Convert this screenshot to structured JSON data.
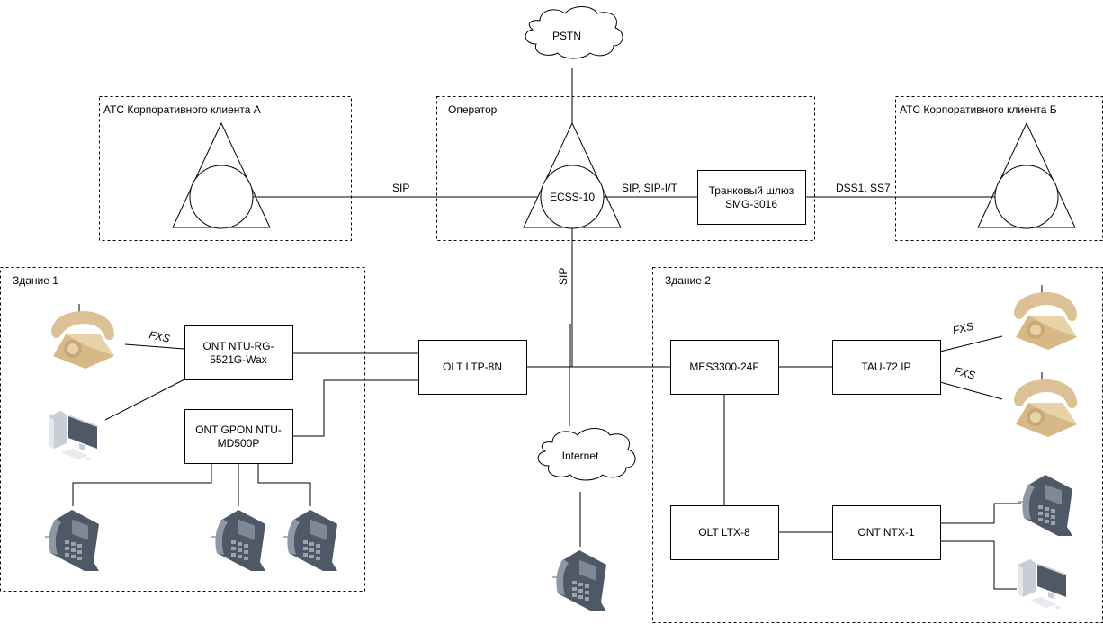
{
  "groups": {
    "pbx_a": "АТС Корпоративного клиента А",
    "operator": "Оператор",
    "pbx_b": "АТС Корпоративного клиента Б",
    "building1": "Здание 1",
    "building2": "Здание 2"
  },
  "clouds": {
    "pstn": "PSTN",
    "internet": "Internet"
  },
  "nodes": {
    "ecss": "ECSS-10",
    "trunk_gw_line1": "Транковый шлюз",
    "trunk_gw_line2": "SMG-3016",
    "ont_rg_line1": "ONT NTU-RG-",
    "ont_rg_line2": "5521G-Wax",
    "ont_gpon_line1": "ONT GPON NTU-",
    "ont_gpon_line2": "MD500P",
    "olt_ltp": "OLT LTP-8N",
    "mes": "MES3300-24F",
    "tau": "TAU-72.IP",
    "olt_ltx": "OLT LTX-8",
    "ont_ntx": "ONT NTX-1"
  },
  "links": {
    "pbx_a_ecss": "SIP",
    "ecss_gw": "SIP, SIP-I/T",
    "gw_pbx_b": "DSS1, SS7",
    "ecss_down": "SIP",
    "fxs_b1": "FXS",
    "fxs_b2_1": "FXS",
    "fxs_b2_2": "FXS"
  },
  "colors": {
    "line": "#000000",
    "analog_phone": "#e2c89a",
    "ip_phone": "#4f5866",
    "pc": "#c9ced6"
  }
}
